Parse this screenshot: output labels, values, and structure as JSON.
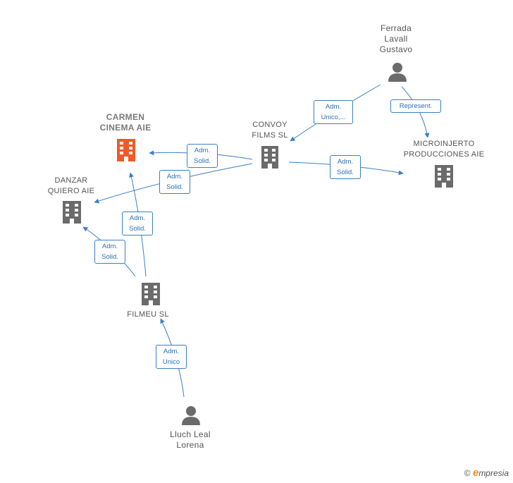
{
  "colors": {
    "edge": "#3a7fc9",
    "company": "#6b6b6b",
    "focus_company": "#f05a28",
    "person": "#6b6b6b"
  },
  "nodes": {
    "ferrada": {
      "label": "Ferrada\nLavall\nGustavo",
      "type": "person"
    },
    "convoy": {
      "label": "CONVOY\nFILMS SL",
      "type": "company"
    },
    "carmen": {
      "label": "CARMEN\nCINEMA AIE",
      "type": "company-focus"
    },
    "micro": {
      "label": "MICROINJERTO\nPRODUCCIONES AIE",
      "type": "company"
    },
    "danzar": {
      "label": "DANZAR\nQUIERO  AIE",
      "type": "company"
    },
    "filmeu": {
      "label": "FILMEU  SL",
      "type": "company"
    },
    "lluch": {
      "label": "Lluch Leal\nLorena",
      "type": "person"
    }
  },
  "relations": {
    "ferrada_convoy": "Adm.\nUnico,...",
    "ferrada_micro": "Represent.",
    "convoy_carmen": "Adm.\nSolid.",
    "convoy_danzar": "Adm.\nSolid.",
    "convoy_micro": "Adm.\nSolid.",
    "filmeu_carmen": "Adm.\nSolid.",
    "filmeu_danzar": "Adm.\nSolid.",
    "lluch_filmeu": "Adm.\nUnico"
  },
  "brand": {
    "symbol": "©",
    "e": "e",
    "rest": "mpresia"
  }
}
